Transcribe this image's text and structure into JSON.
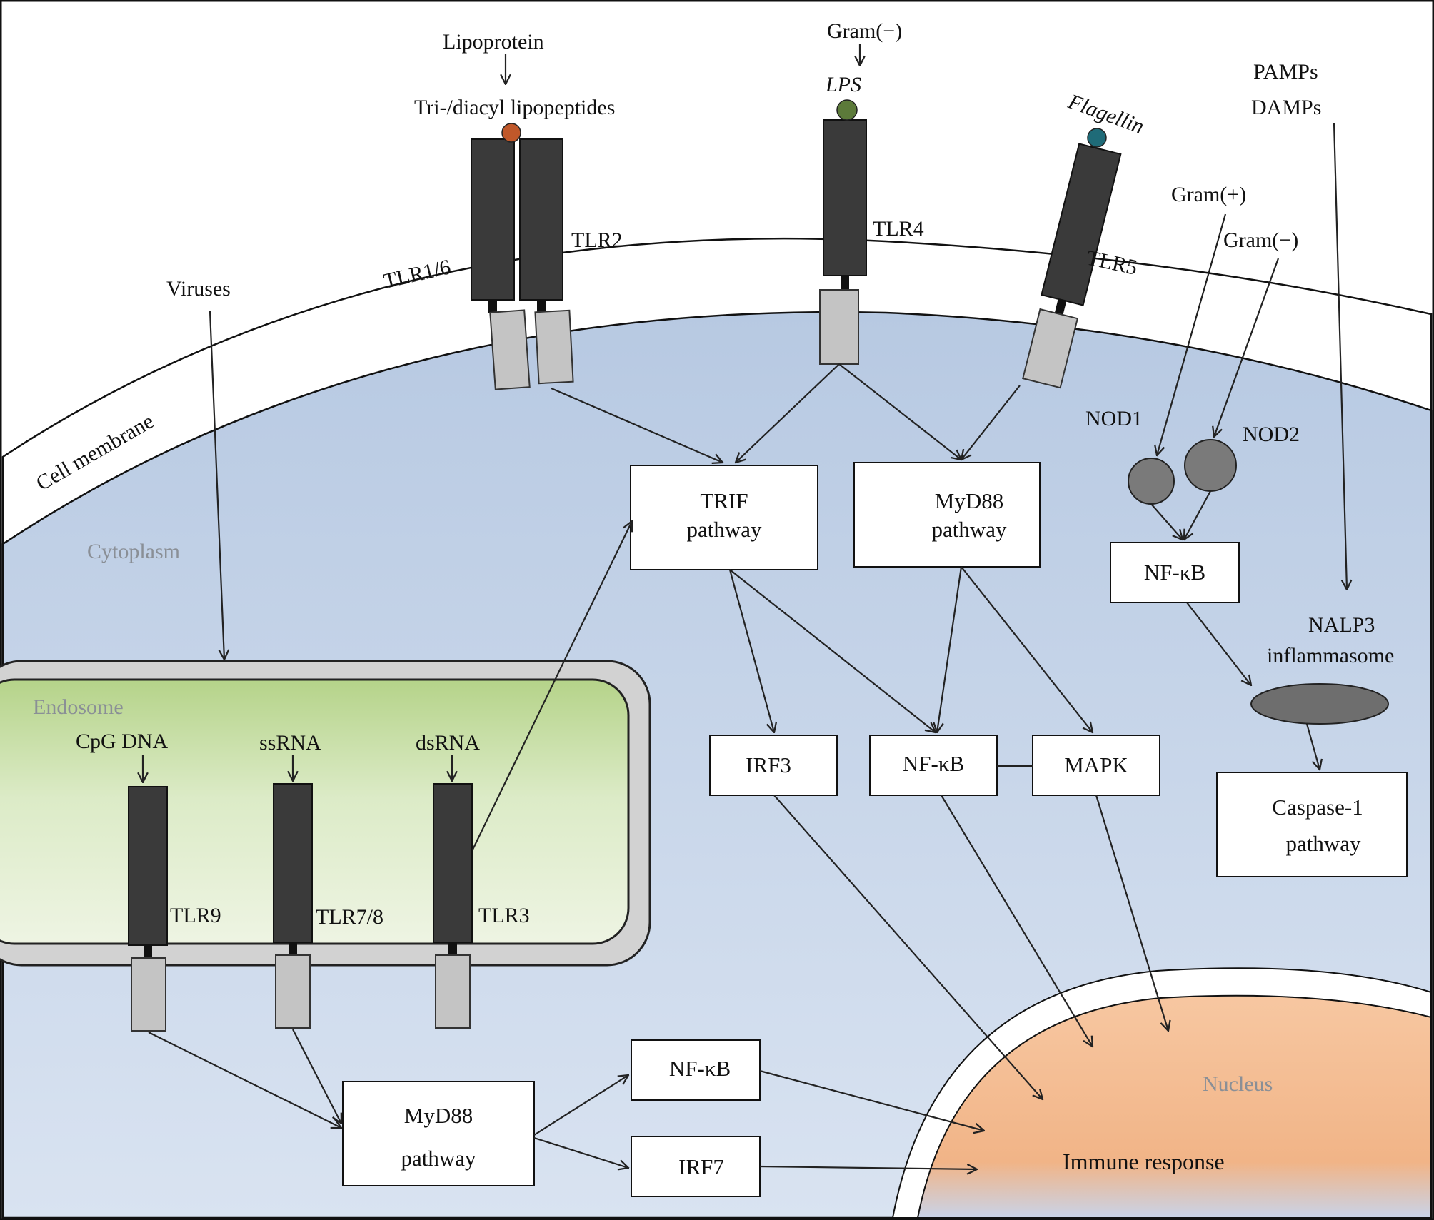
{
  "compartments": {
    "cell_membrane": "Cell membrane",
    "cytoplasm": "Cytoplasm",
    "endosome": "Endosome",
    "nucleus": "Nucleus"
  },
  "ligands": {
    "lipoprotein": "Lipoprotein",
    "lipopeptides": "Tri-/diacyl lipopeptides",
    "gram_neg_top": "Gram(−)",
    "lps": "LPS",
    "flagellin": "Flagellin",
    "pamps": "PAMPs",
    "damps": "DAMPs",
    "gram_pos": "Gram(+)",
    "gram_neg_right": "Gram(−)",
    "viruses": "Viruses",
    "cpg_dna": "CpG DNA",
    "ssrna": "ssRNA",
    "dsrna": "dsRNA"
  },
  "receptors": {
    "tlr16": "TLR1/6",
    "tlr2": "TLR2",
    "tlr4": "TLR4",
    "tlr5": "TLR5",
    "tlr9": "TLR9",
    "tlr78": "TLR7/8",
    "tlr3": "TLR3",
    "nod1": "NOD1",
    "nod2": "NOD2",
    "nalp3_line1": "NALP3",
    "nalp3_line2": "inflammasome"
  },
  "boxes": {
    "trif": [
      "TRIF",
      "pathway"
    ],
    "myd88_top": [
      "MyD88",
      "pathway"
    ],
    "nfkb_nod": "NF-κB",
    "irf3": "IRF3",
    "nfkb_mid": "NF-κB",
    "mapk": "MAPK",
    "caspase": [
      "Caspase-1",
      "pathway"
    ],
    "myd88_bottom": [
      "MyD88",
      "pathway"
    ],
    "nfkb_bottom": "NF-κB",
    "irf7": "IRF7"
  },
  "outcome": "Immune response",
  "colors": {
    "background": "#ffffff",
    "cytoplasm": "#c9d6ea",
    "membrane_outline": "#1a1a1a",
    "receptor_dark": "#3a3a3a",
    "receptor_light": "#c4c4c4",
    "endosome_green": "#c6dca0",
    "endosome_rim": "#d2d2d2",
    "nucleus_orange": "#f3b98a",
    "lipopeptide_dot": "#c0582a",
    "lps_dot": "#5c7a3a",
    "flagellin_dot": "#1f6b78",
    "nod_grey": "#7a7a7a",
    "inflammasome_grey": "#6e6e6e"
  }
}
